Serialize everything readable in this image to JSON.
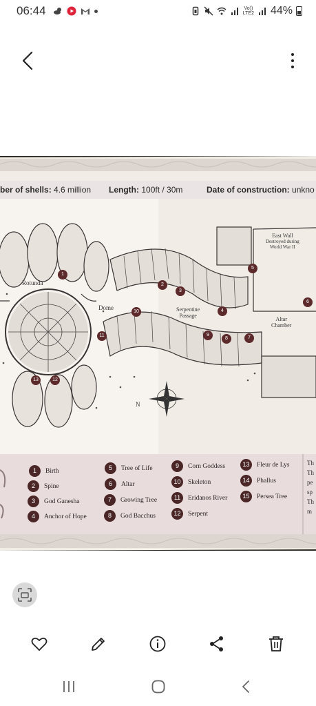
{
  "status_bar": {
    "time": "06:44",
    "battery": "44%",
    "volte_line1": "Vo))",
    "volte_line2": "LTE2"
  },
  "photo": {
    "info_strip": {
      "shells_label": "ber of shells:",
      "shells_value": "4.6 million",
      "length_label": "Length:",
      "length_value": "100ft / 30m",
      "date_label": "Date of construction:",
      "date_value": "unkno"
    },
    "map_labels": {
      "rotunda": "Rotunda",
      "dome": "Dome",
      "serpentine_1": "Serpentine",
      "serpentine_2": "Passage",
      "east_wall_1": "East Wall",
      "east_wall_2": "Destroyed during",
      "east_wall_3": "World War II",
      "altar_1": "Altar",
      "altar_2": "Chamber",
      "compass_n": "N"
    },
    "map_markers": [
      "1",
      "2",
      "3",
      "4",
      "5",
      "6",
      "7",
      "8",
      "9",
      "10",
      "11",
      "12",
      "13"
    ],
    "legend": [
      {
        "num": "1",
        "label": "Birth"
      },
      {
        "num": "2",
        "label": "Spine"
      },
      {
        "num": "3",
        "label": "God Ganesha"
      },
      {
        "num": "4",
        "label": "Anchor of Hope"
      },
      {
        "num": "5",
        "label": "Tree of Life"
      },
      {
        "num": "6",
        "label": "Altar"
      },
      {
        "num": "7",
        "label": "Growing Tree"
      },
      {
        "num": "8",
        "label": "God Bacchus"
      },
      {
        "num": "9",
        "label": "Corn Goddess"
      },
      {
        "num": "10",
        "label": "Skeleton"
      },
      {
        "num": "11",
        "label": "Eridanos River"
      },
      {
        "num": "12",
        "label": "Serpent"
      },
      {
        "num": "13",
        "label": "Fleur de Lys"
      },
      {
        "num": "14",
        "label": "Phallus"
      },
      {
        "num": "15",
        "label": "Persea Tree"
      }
    ],
    "legend_side_text": [
      "Th",
      "Th",
      "pe",
      "sp",
      "Th",
      "m"
    ]
  },
  "colors": {
    "marker": "#5c2a2a",
    "legend_band": "#e9dcdc",
    "paper": "#f2ede8",
    "background": "#ffffff"
  }
}
